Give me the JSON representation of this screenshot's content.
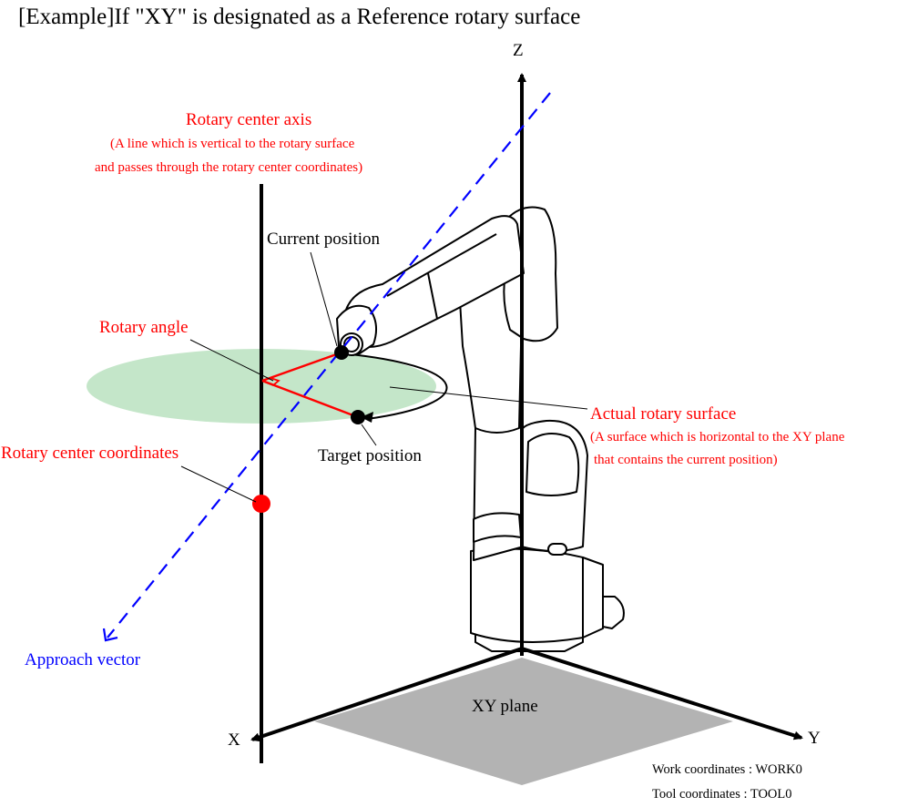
{
  "title": "[Example]If \"XY\" is designated as a Reference rotary surface",
  "axes": {
    "z": "Z",
    "x": "X",
    "y": "Y"
  },
  "labels": {
    "rotary_center_axis": "Rotary center axis",
    "rotary_center_axis_desc_1": "(A line which is vertical to the rotary surface",
    "rotary_center_axis_desc_2": "and passes through the rotary center coordinates)",
    "current_position": "Current position",
    "rotary_angle": "Rotary angle",
    "actual_rotary_surface": "Actual rotary surface",
    "actual_rotary_surface_desc_1": "(A surface which is horizontal to the XY plane",
    "actual_rotary_surface_desc_2": "that contains the current position)",
    "target_position": "Target position",
    "rotary_center_coordinates": "Rotary center coordinates",
    "approach_vector": "Approach vector",
    "xy_plane": "XY plane"
  },
  "footer": {
    "work_coordinates": "Work coordinates : WORK0",
    "tool_coordinates": "Tool coordinates : TOOL0"
  },
  "colors": {
    "annotation_red": "#ff0000",
    "approach_blue": "#0000ff",
    "rotary_surface_fill": "#c4e6c9",
    "xy_plane_fill": "#b3b3b3",
    "axis_black": "#000000"
  }
}
